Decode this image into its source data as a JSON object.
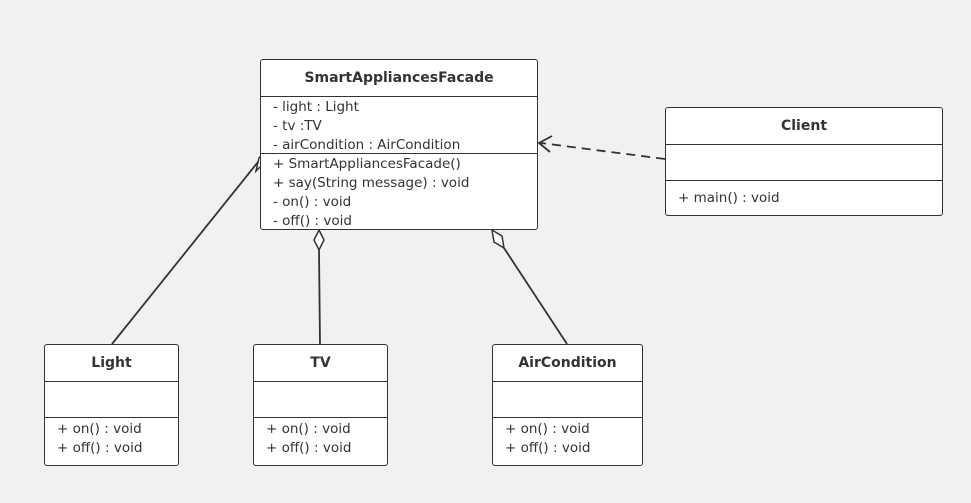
{
  "classes": {
    "facade": {
      "name": "SmartAppliancesFacade",
      "attributes": [
        "- light : Light",
        "- tv :TV",
        "- airCondition : AirCondition"
      ],
      "operations": [
        "+ SmartAppliancesFacade()",
        "+ say(String message) : void",
        "- on() : void",
        "- off() : void"
      ]
    },
    "client": {
      "name": "Client",
      "attributes": [],
      "operations": [
        "+ main() : void"
      ]
    },
    "light": {
      "name": "Light",
      "attributes": [],
      "operations": [
        "+ on() : void",
        "+ off() : void"
      ]
    },
    "tv": {
      "name": "TV",
      "attributes": [],
      "operations": [
        "+ on() : void",
        "+ off() : void"
      ]
    },
    "aircondition": {
      "name": "AirCondition",
      "attributes": [],
      "operations": [
        "+ on() : void",
        "+ off() : void"
      ]
    }
  },
  "relationships": [
    {
      "type": "aggregation",
      "whole": "SmartAppliancesFacade",
      "part": "Light"
    },
    {
      "type": "aggregation",
      "whole": "SmartAppliancesFacade",
      "part": "TV"
    },
    {
      "type": "aggregation",
      "whole": "SmartAppliancesFacade",
      "part": "AirCondition"
    },
    {
      "type": "dependency",
      "from": "Client",
      "to": "SmartAppliancesFacade"
    }
  ],
  "colors": {
    "background": "#f2f1ef",
    "stroke": "#333333",
    "box_fill": "#ffffff"
  }
}
